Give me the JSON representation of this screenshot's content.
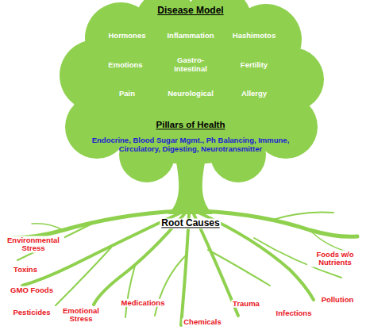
{
  "diagram": {
    "nodes": [
      {
        "text": [
          "Disease Model",
          "Hormones",
          "Inflammation",
          "Hashimotos",
          "Emotions",
          "Gastro- Intestinal",
          "Fertility",
          "Pain",
          "Neurological",
          "Allergy",
          "Pillars of Health",
          "Endocrine, Blood Sugar Mgmt., Ph Balancing, Immune, Circulatory, Digesting, Neurotransmitter"
        ]
      }
    ],
    "labels": [
      "Root Causes",
      "Environmental Stress",
      "Toxins",
      "GMO Foods",
      "Pesticides",
      "Emotional Stress",
      "Medications",
      "Chemicals",
      "Trauma",
      "Infections",
      "Pollution",
      "Foods w/o Nutrients"
    ]
  }
}
